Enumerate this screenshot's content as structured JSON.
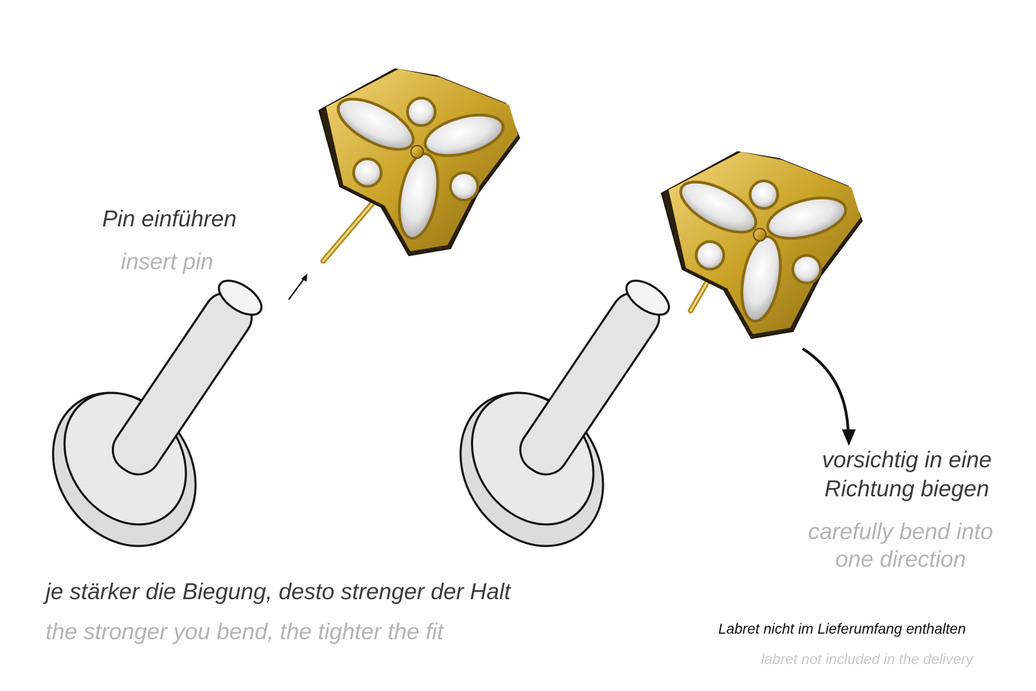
{
  "labels": {
    "insert_pin_de": "Pin einführen",
    "insert_pin_en": "insert pin",
    "bend_de": "vorsichtig in eine Richtung biegen",
    "bend_en": "carefully bend into one direction",
    "strength_de": "je stärker die Biegung, desto strenger der Halt",
    "strength_en": "the stronger you bend, the tighter the fit",
    "not_included_de": "Labret nicht im Lieferumfang enthalten",
    "not_included_en": "labret not included in the delivery"
  },
  "colors": {
    "german_text": "#3a3a3a",
    "english_text": "#b4b4b4",
    "gold": "#c9a227",
    "labret_fill": "#e2e2e2",
    "outline": "#111111"
  },
  "icons": [
    "arrow-icon",
    "curved-arrow-icon",
    "flower-top-icon",
    "labret-icon"
  ]
}
